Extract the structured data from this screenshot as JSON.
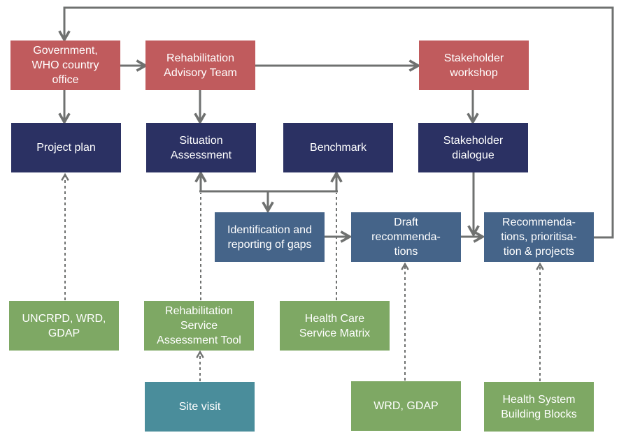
{
  "diagram": {
    "colors": {
      "actor": "#c05b5d",
      "output": "#2b3163",
      "process": "#456489",
      "input": "#7ea864",
      "field": "#4a8d9b",
      "connector": "#6f7170"
    },
    "nodes": {
      "government": "Government,\nWHO country\noffice",
      "advisory_team": "Rehabilitation\nAdvisory Team",
      "stakeholder_workshop": "Stakeholder\nworkshop",
      "project_plan": "Project plan",
      "situation_assessment": "Situation\nAssessment",
      "benchmark": "Benchmark",
      "stakeholder_dialogue": "Stakeholder\ndialogue",
      "identification": "Identification and\nreporting of gaps",
      "draft_recommendations": "Draft\nrecommenda-\ntions",
      "recommendations": "Recommenda-\ntions, prioritisa-\ntion & projects",
      "uncrpd": "UNCRPD, WRD,\nGDAP",
      "rsat": "Rehabilitation\nService\nAssessment Tool",
      "health_care_matrix": "Health Care\nService Matrix",
      "site_visit": "Site visit",
      "wrd_gdap": "WRD, GDAP",
      "building_blocks": "Health System\nBuilding Blocks"
    },
    "edges": [
      {
        "from": "government",
        "to": "advisory_team",
        "style": "solid"
      },
      {
        "from": "advisory_team",
        "to": "stakeholder_workshop",
        "style": "solid"
      },
      {
        "from": "government",
        "to": "project_plan",
        "style": "solid"
      },
      {
        "from": "advisory_team",
        "to": "situation_assessment",
        "style": "solid"
      },
      {
        "from": "stakeholder_workshop",
        "to": "stakeholder_dialogue",
        "style": "solid"
      },
      {
        "from": "identification",
        "to": "situation_assessment",
        "style": "solid"
      },
      {
        "from": "identification",
        "to": "benchmark",
        "style": "solid"
      },
      {
        "from": "identification",
        "to": "draft_recommendations",
        "style": "solid"
      },
      {
        "from": "draft_recommendations",
        "to": "recommendations",
        "style": "solid"
      },
      {
        "from": "stakeholder_dialogue",
        "to": "recommendations",
        "style": "solid"
      },
      {
        "from": "recommendations",
        "to": "government",
        "style": "solid"
      },
      {
        "from": "uncrpd",
        "to": "project_plan",
        "style": "dashed"
      },
      {
        "from": "rsat",
        "to": "situation_assessment",
        "style": "dashed"
      },
      {
        "from": "health_care_matrix",
        "to": "benchmark",
        "style": "dashed"
      },
      {
        "from": "site_visit",
        "to": "rsat",
        "style": "dashed"
      },
      {
        "from": "wrd_gdap",
        "to": "draft_recommendations",
        "style": "dashed"
      },
      {
        "from": "building_blocks",
        "to": "recommendations",
        "style": "dashed"
      }
    ]
  }
}
